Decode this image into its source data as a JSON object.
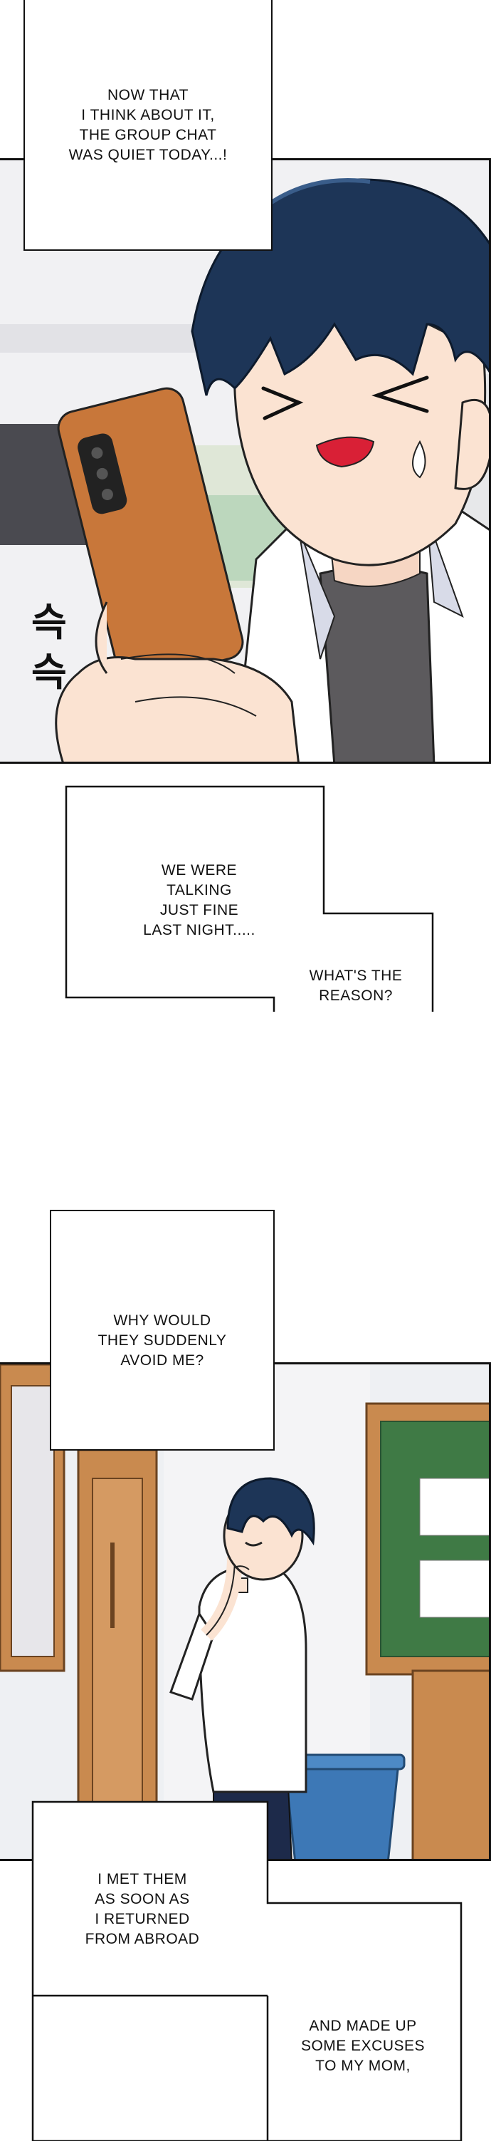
{
  "captions": {
    "c1": "NOW THAT\nI THINK ABOUT IT,\nTHE GROUP CHAT\nWAS QUIET TODAY...!",
    "c2": "WE WERE\nTALKING\nJUST FINE\nLAST NIGHT.....",
    "c3": "WHAT'S THE\nREASON?",
    "c4": "WHY WOULD\nTHEY SUDDENLY\nAVOID ME?",
    "c5": "I MET THEM\nAS SOON AS\nI RETURNED\nFROM ABROAD",
    "c6": "AND MADE UP\nSOME EXCUSES\nTO MY MOM,"
  },
  "sfx": {
    "s1": "슥",
    "s2": "슥"
  },
  "colors": {
    "hair": "#1d3557",
    "skin": "#fbe3d2",
    "phone": "#c8773a",
    "shirt": "#ffffff",
    "tee": "#5c5a5d",
    "board": "#3f7a45",
    "bin": "#3d78b6",
    "wood": "#c98a4f"
  }
}
